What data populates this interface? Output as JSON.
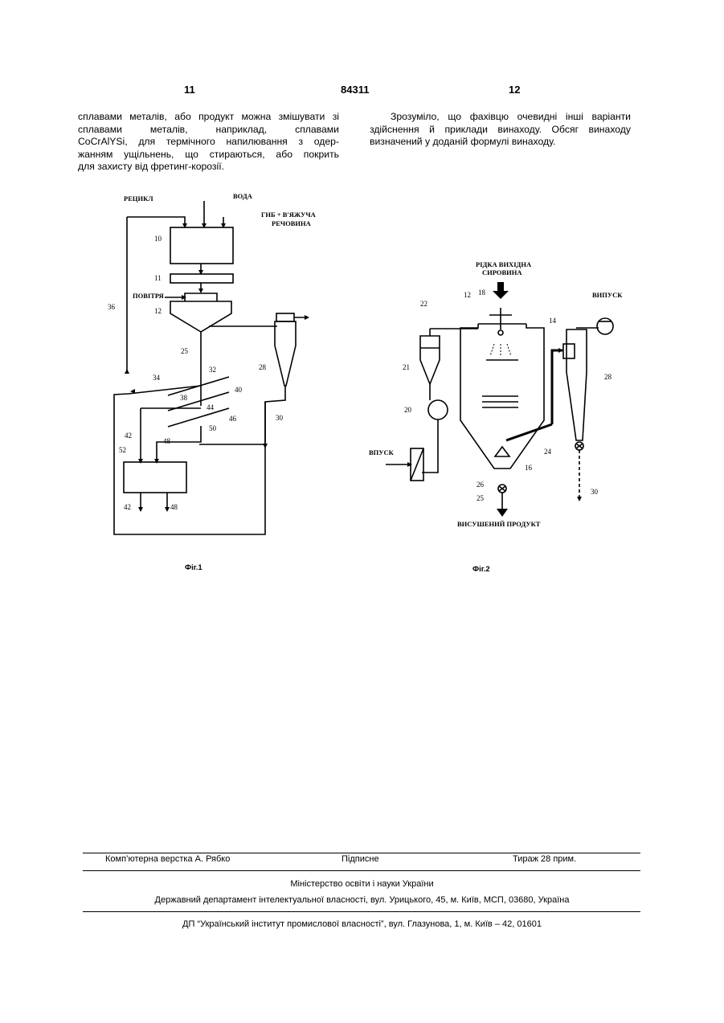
{
  "header": {
    "left_page": "11",
    "patent_number": "84311",
    "right_page": "12"
  },
  "left_column": {
    "lines": [
      "сплавами металів, або продукт можна змішувати зі",
      "сплавами      металів,      наприклад,      сплавами",
      "CoCrAlYSi, для термічного напилювання з одер-",
      "жанням ущільнень, що стираються, або покрить",
      "для захисту від фретинг-корозії."
    ]
  },
  "right_column": {
    "lines": [
      "Зрозуміло, що фахівцю очевидні інші варіанти",
      "здійснення й приклади винаходу. Обсяг винаходу",
      "визначений у доданій формулі винаходу."
    ]
  },
  "figure1": {
    "caption": "Фіг.1",
    "labels": {
      "recycle": "РЕЦИКЛ",
      "water": "ВОДА",
      "hbn_binder_1": "ГНБ + В'ЯЖУЧА",
      "hbn_binder_2": "РЕЧОВИНА",
      "air": "ПОВІТРЯ"
    },
    "numbers": [
      "10",
      "11",
      "12",
      "36",
      "25",
      "28",
      "32",
      "34",
      "40",
      "38",
      "44",
      "46",
      "30",
      "42",
      "50",
      "48",
      "52",
      "42",
      "48"
    ]
  },
  "figure2": {
    "caption": "Фіг.2",
    "labels": {
      "liquid_feed_1": "РІДКА ВИХІДНА",
      "liquid_feed_2": "СИРОВИНА",
      "outlet": "ВИПУСК",
      "inlet": "ВПУСК",
      "dried_product": "ВИСУШЕНИЙ ПРОДУКТ"
    },
    "numbers": [
      "12",
      "18",
      "22",
      "14",
      "21",
      "28",
      "20",
      "24",
      "16",
      "26",
      "25",
      "30"
    ]
  },
  "footer": {
    "layout": "Комп’ютерна верстка А. Рябко",
    "subscription": "Підписне",
    "circulation": "Тираж 28 прим.",
    "ministry": "Міністерство освіти і науки України",
    "department": "Державний департамент інтелектуальної власності, вул. Урицького, 45, м. Київ, МСП, 03680, Україна",
    "publisher": "ДП “Український інститут промислової власності”, вул. Глазунова, 1, м. Київ – 42, 01601"
  }
}
